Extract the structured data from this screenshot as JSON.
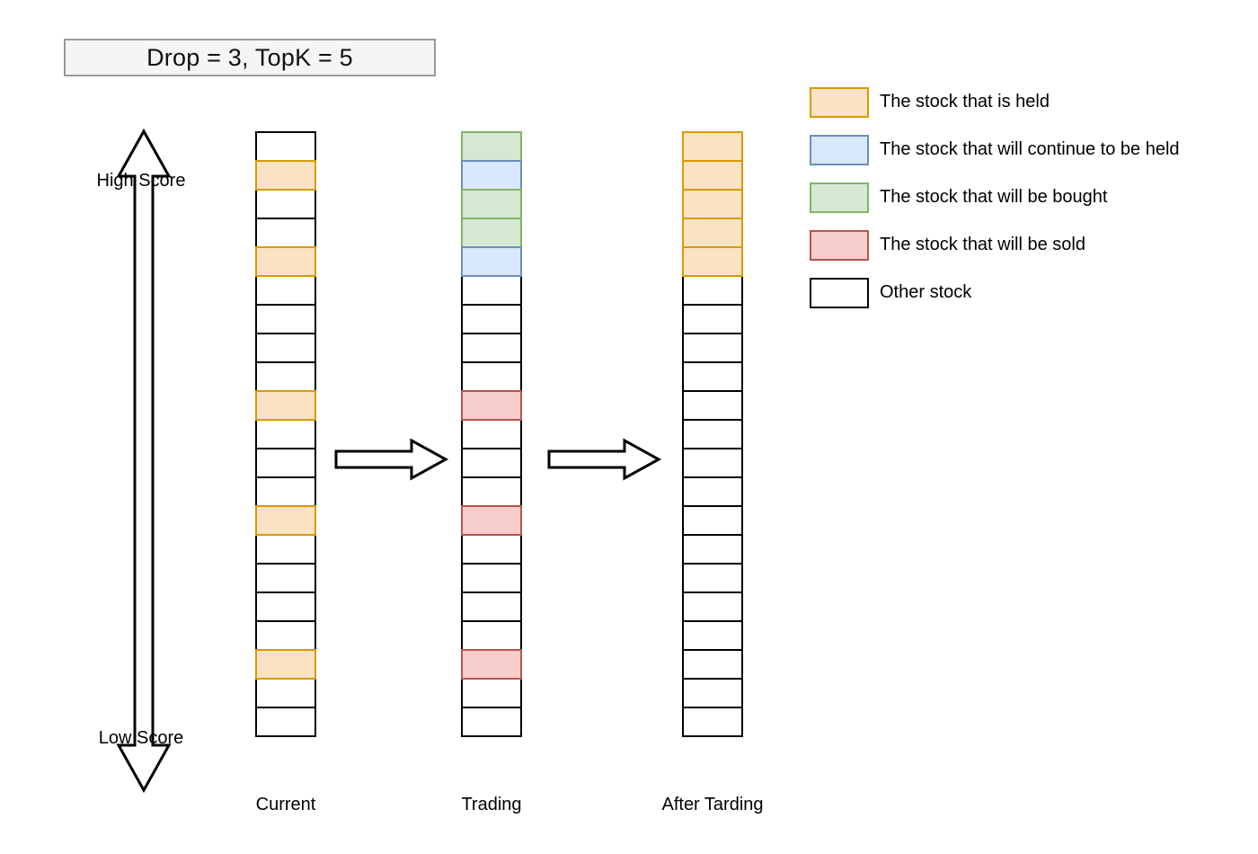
{
  "title": {
    "text": "Drop = 3, TopK = 5"
  },
  "axis": {
    "high_label": "High Score",
    "low_label": "Low Score",
    "arrow_icon": "double-headed-vertical-arrow"
  },
  "flow": {
    "arrow1_icon": "right-arrow",
    "arrow2_icon": "right-arrow"
  },
  "legend": {
    "items": [
      {
        "label": "The stock that is held",
        "state": "held",
        "fill": "#fce2c4",
        "stroke": "#d79b00"
      },
      {
        "label": "The stock that will continue to be held",
        "state": "keep",
        "fill": "#dae8fc",
        "stroke": "#6c8ebf"
      },
      {
        "label": "The stock that will be bought",
        "state": "buy",
        "fill": "#d5e8d4",
        "stroke": "#82b366"
      },
      {
        "label": "The stock that will be sold",
        "state": "sell",
        "fill": "#f8cecc",
        "stroke": "#b85450"
      },
      {
        "label": "Other stock",
        "state": "other",
        "fill": "#ffffff",
        "stroke": "#000000"
      }
    ]
  },
  "columns": [
    {
      "id": "current",
      "label": "Current",
      "cell_count": 21,
      "cells": [
        "other",
        "held",
        "other",
        "other",
        "held",
        "other",
        "other",
        "other",
        "other",
        "held",
        "other",
        "other",
        "other",
        "held",
        "other",
        "other",
        "other",
        "other",
        "held",
        "other",
        "other"
      ]
    },
    {
      "id": "trading",
      "label": "Trading",
      "cell_count": 21,
      "cells": [
        "buy",
        "keep",
        "buy",
        "buy",
        "keep",
        "other",
        "other",
        "other",
        "other",
        "sell",
        "other",
        "other",
        "other",
        "sell",
        "other",
        "other",
        "other",
        "other",
        "sell",
        "other",
        "other"
      ]
    },
    {
      "id": "after",
      "label": "After Tarding",
      "cell_count": 21,
      "cells": [
        "held",
        "held",
        "held",
        "held",
        "held",
        "other",
        "other",
        "other",
        "other",
        "other",
        "other",
        "other",
        "other",
        "other",
        "other",
        "other",
        "other",
        "other",
        "other",
        "other",
        "other"
      ]
    }
  ]
}
